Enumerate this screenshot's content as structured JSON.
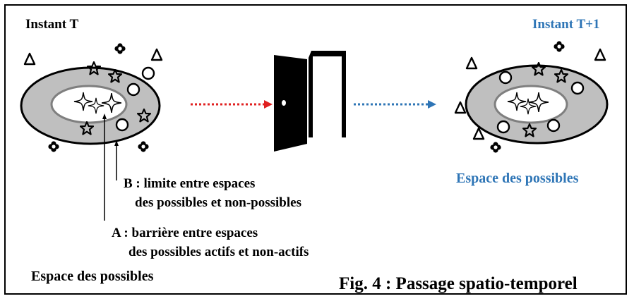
{
  "instant_left": "Instant T",
  "instant_right": "Instant T+1",
  "label_b": {
    "line1": "B : limite entre espaces",
    "line2": "des possibles et non-possibles"
  },
  "label_a": {
    "line1": "A : barrière entre espaces",
    "line2": "des possibles actifs et non-actifs"
  },
  "espace_left": "Espace des possibles",
  "espace_right": "Espace des possibles",
  "caption": "Fig. 4 : Passage spatio-temporel",
  "colors": {
    "outer_fill": "#bfbfbf",
    "inner_stroke": "#7f7f7f",
    "arrow_red": "#e02020",
    "arrow_blue": "#2e75b6",
    "blue_text": "#2e75b6"
  },
  "icons": [
    "triangle-icon",
    "flower-icon",
    "star-icon",
    "circle-icon",
    "sparkle-icon",
    "door-icon"
  ]
}
